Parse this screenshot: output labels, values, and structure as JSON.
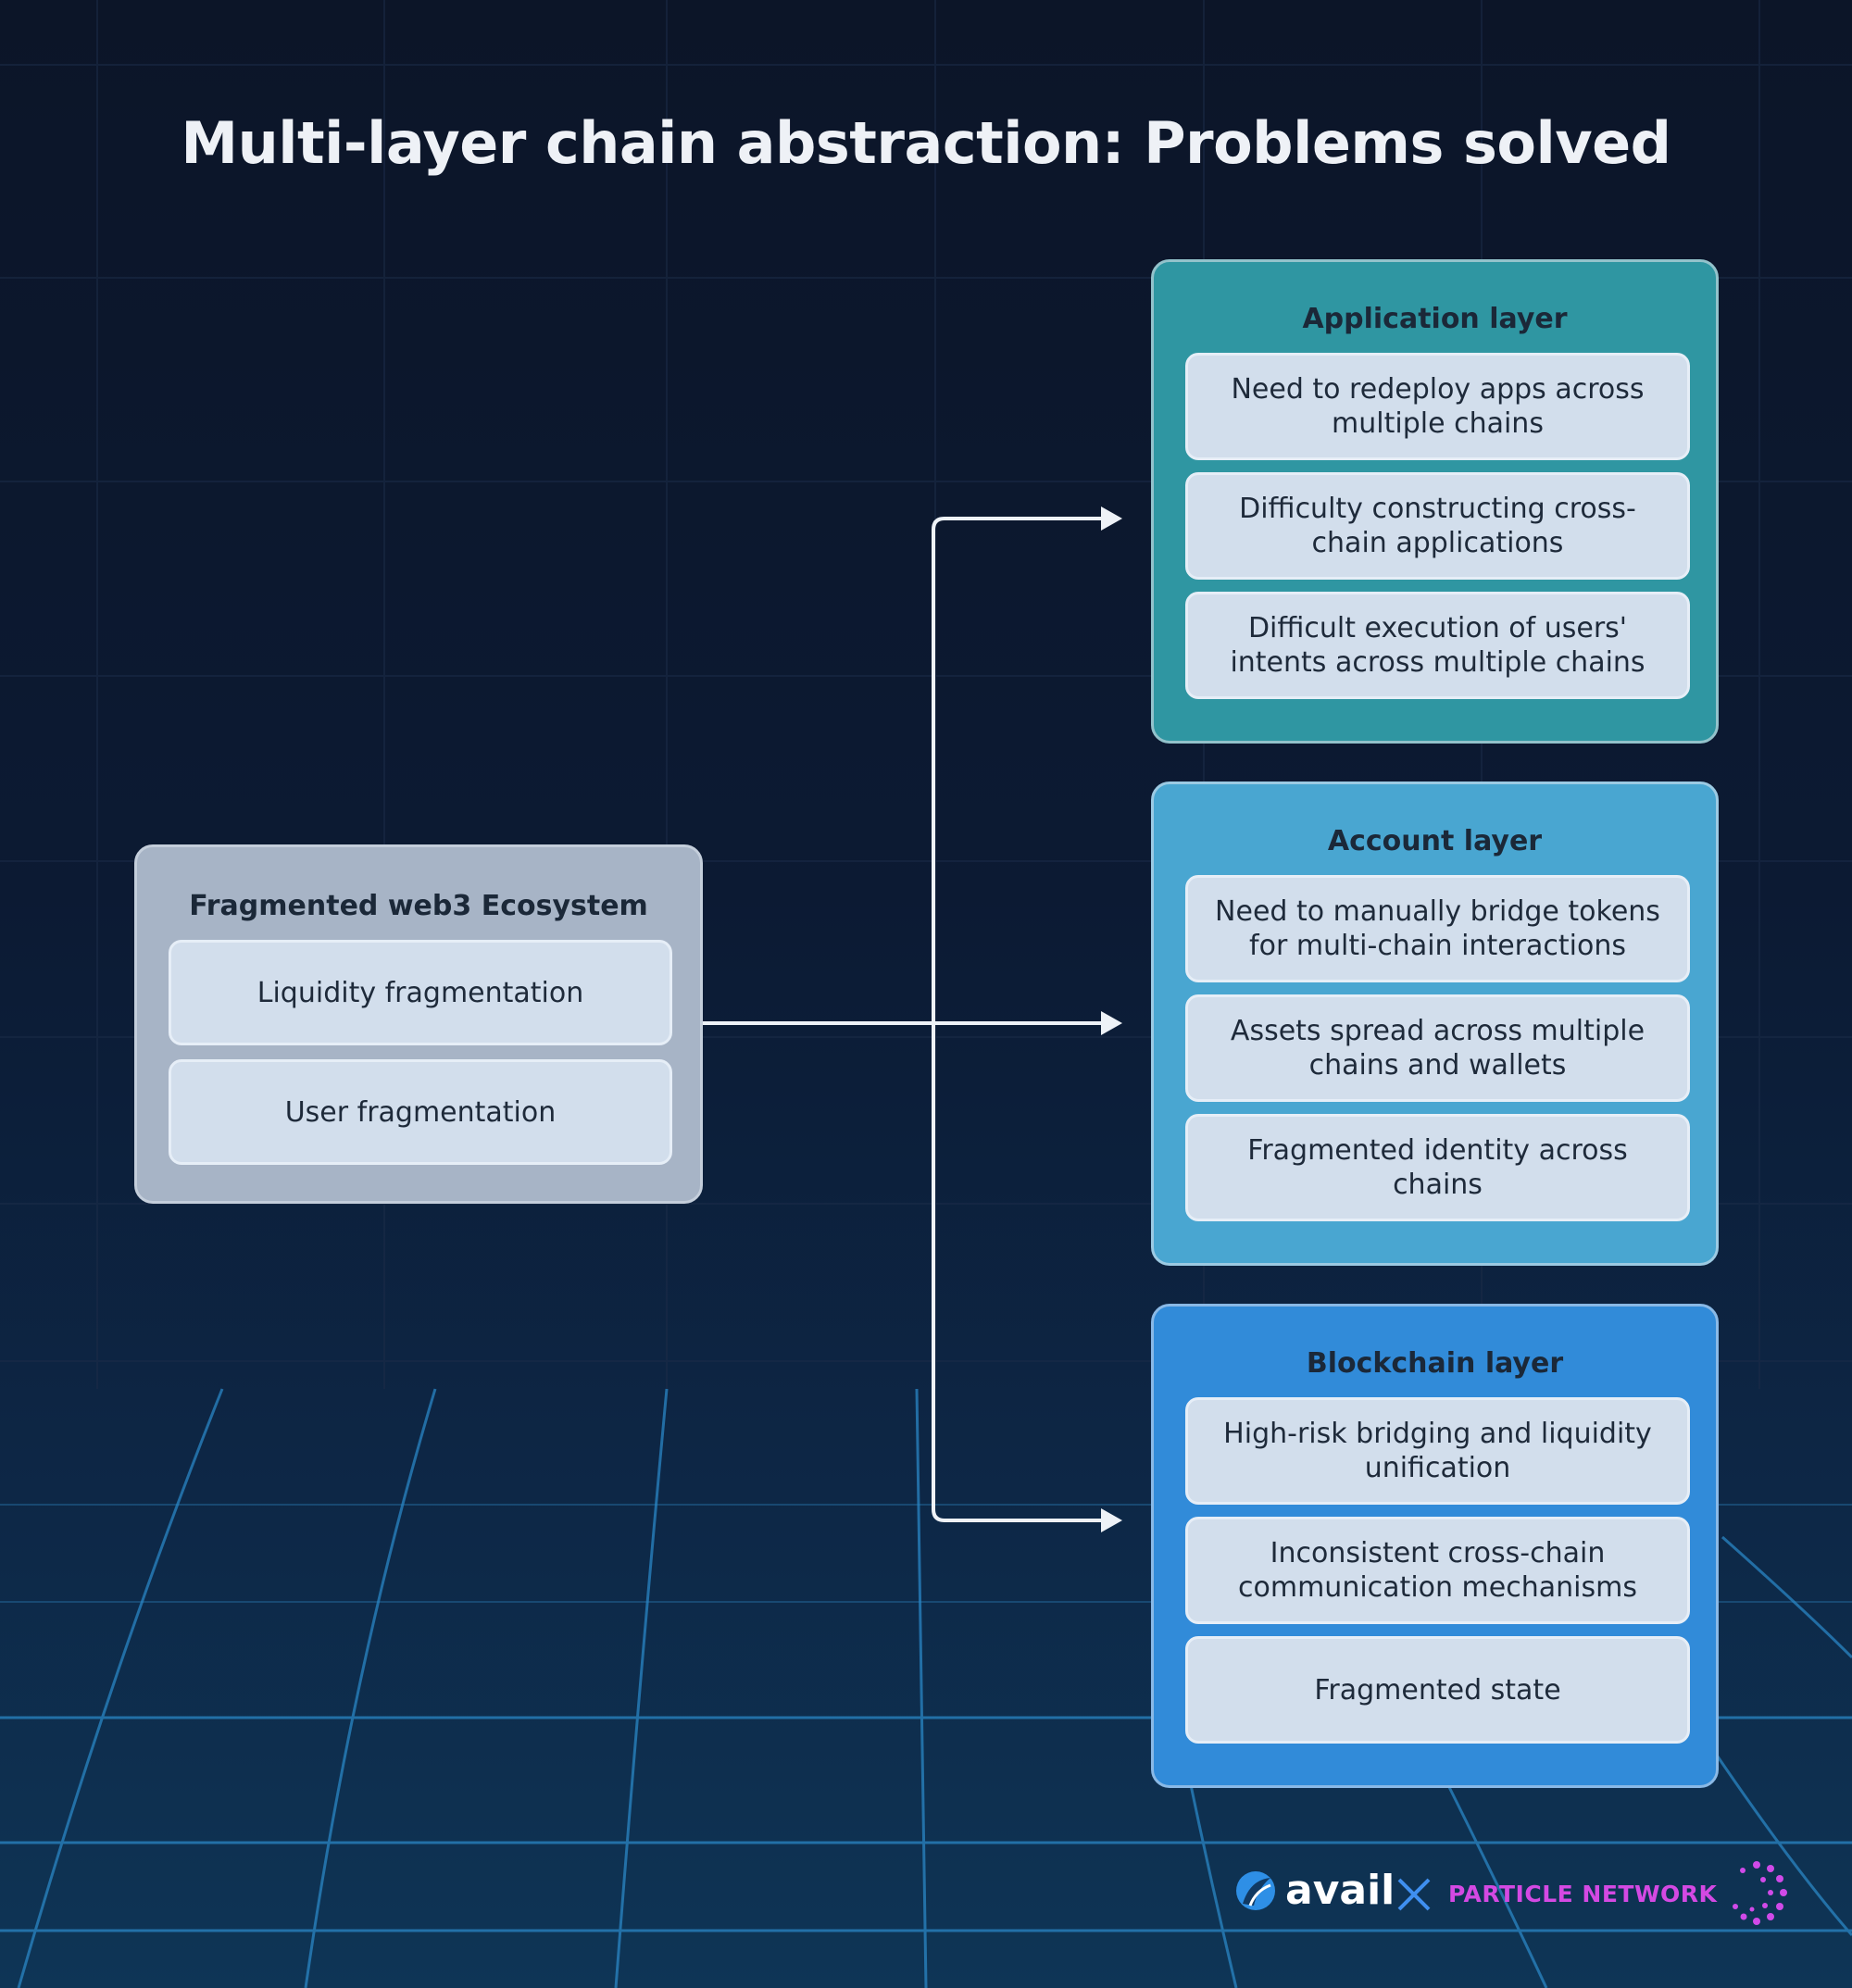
{
  "title": "Multi-layer chain abstraction: Problems solved",
  "source": {
    "title": "Fragmented web3 Ecosystem",
    "items": [
      "Liquidity fragmentation",
      "User fragmentation"
    ]
  },
  "layers": [
    {
      "title": "Application layer",
      "color": "#2f96a2",
      "items": [
        "Need to redeploy apps across multiple chains",
        "Difficulty constructing cross-chain applications",
        "Difficult execution of users' intents across multiple chains"
      ]
    },
    {
      "title": "Account layer",
      "color": "#49a6d1",
      "items": [
        "Need to manually bridge tokens for multi-chain interactions",
        "Assets spread across multiple chains and wallets",
        "Fragmented identity across chains"
      ]
    },
    {
      "title": "Blockchain layer",
      "color": "#318bd9",
      "items": [
        "High-risk bridging and liquidity unification",
        "Inconsistent cross-chain communication mechanisms",
        "Fragmented state"
      ]
    }
  ],
  "branding": {
    "avail": "avail",
    "separator": "X",
    "particle": "PARTICLE NETWORK"
  }
}
